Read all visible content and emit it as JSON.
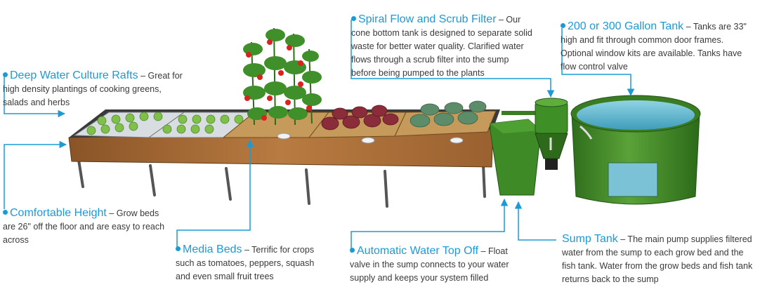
{
  "colors": {
    "accent": "#1d9ad6",
    "text": "#3a3a3a",
    "wood": "#a56d37",
    "tank_green": "#4a8f2e",
    "water": "#5fb7cf"
  },
  "callouts": {
    "deep_water": {
      "title": "Deep Water Culture Rafts",
      "body": "– Great for high density plantings of cooking greens, salads and herbs"
    },
    "comfortable_height": {
      "title": "Comfortable Height",
      "body": "– Grow beds are 26\" off the floor and are easy to reach across"
    },
    "media_beds": {
      "title": "Media Beds",
      "body": "– Terrific for crops such as tomatoes, peppers, squash and even small fruit trees"
    },
    "spiral_flow": {
      "title": "Spiral Flow and Scrub Filter",
      "body": "– Our cone bottom tank is designed to separate solid waste for better water quality. Clarified water flows through a scrub filter into the sump before being pumped to the plants"
    },
    "tank": {
      "title": "200 or 300 Gallon Tank",
      "body": "– Tanks are 33\" high and fit through common door frames. Optional window kits are available. Tanks have flow control valve"
    },
    "top_off": {
      "title": "Automatic Water Top Off",
      "body": "– Float valve in the sump connects to your water supply and keeps your system filled"
    },
    "sump": {
      "title": "Sump Tank",
      "body": "– The main pump supplies filtered water from the sump to each grow bed and the fish tank. Water from the grow beds and fish tank returns back to the sump"
    }
  }
}
